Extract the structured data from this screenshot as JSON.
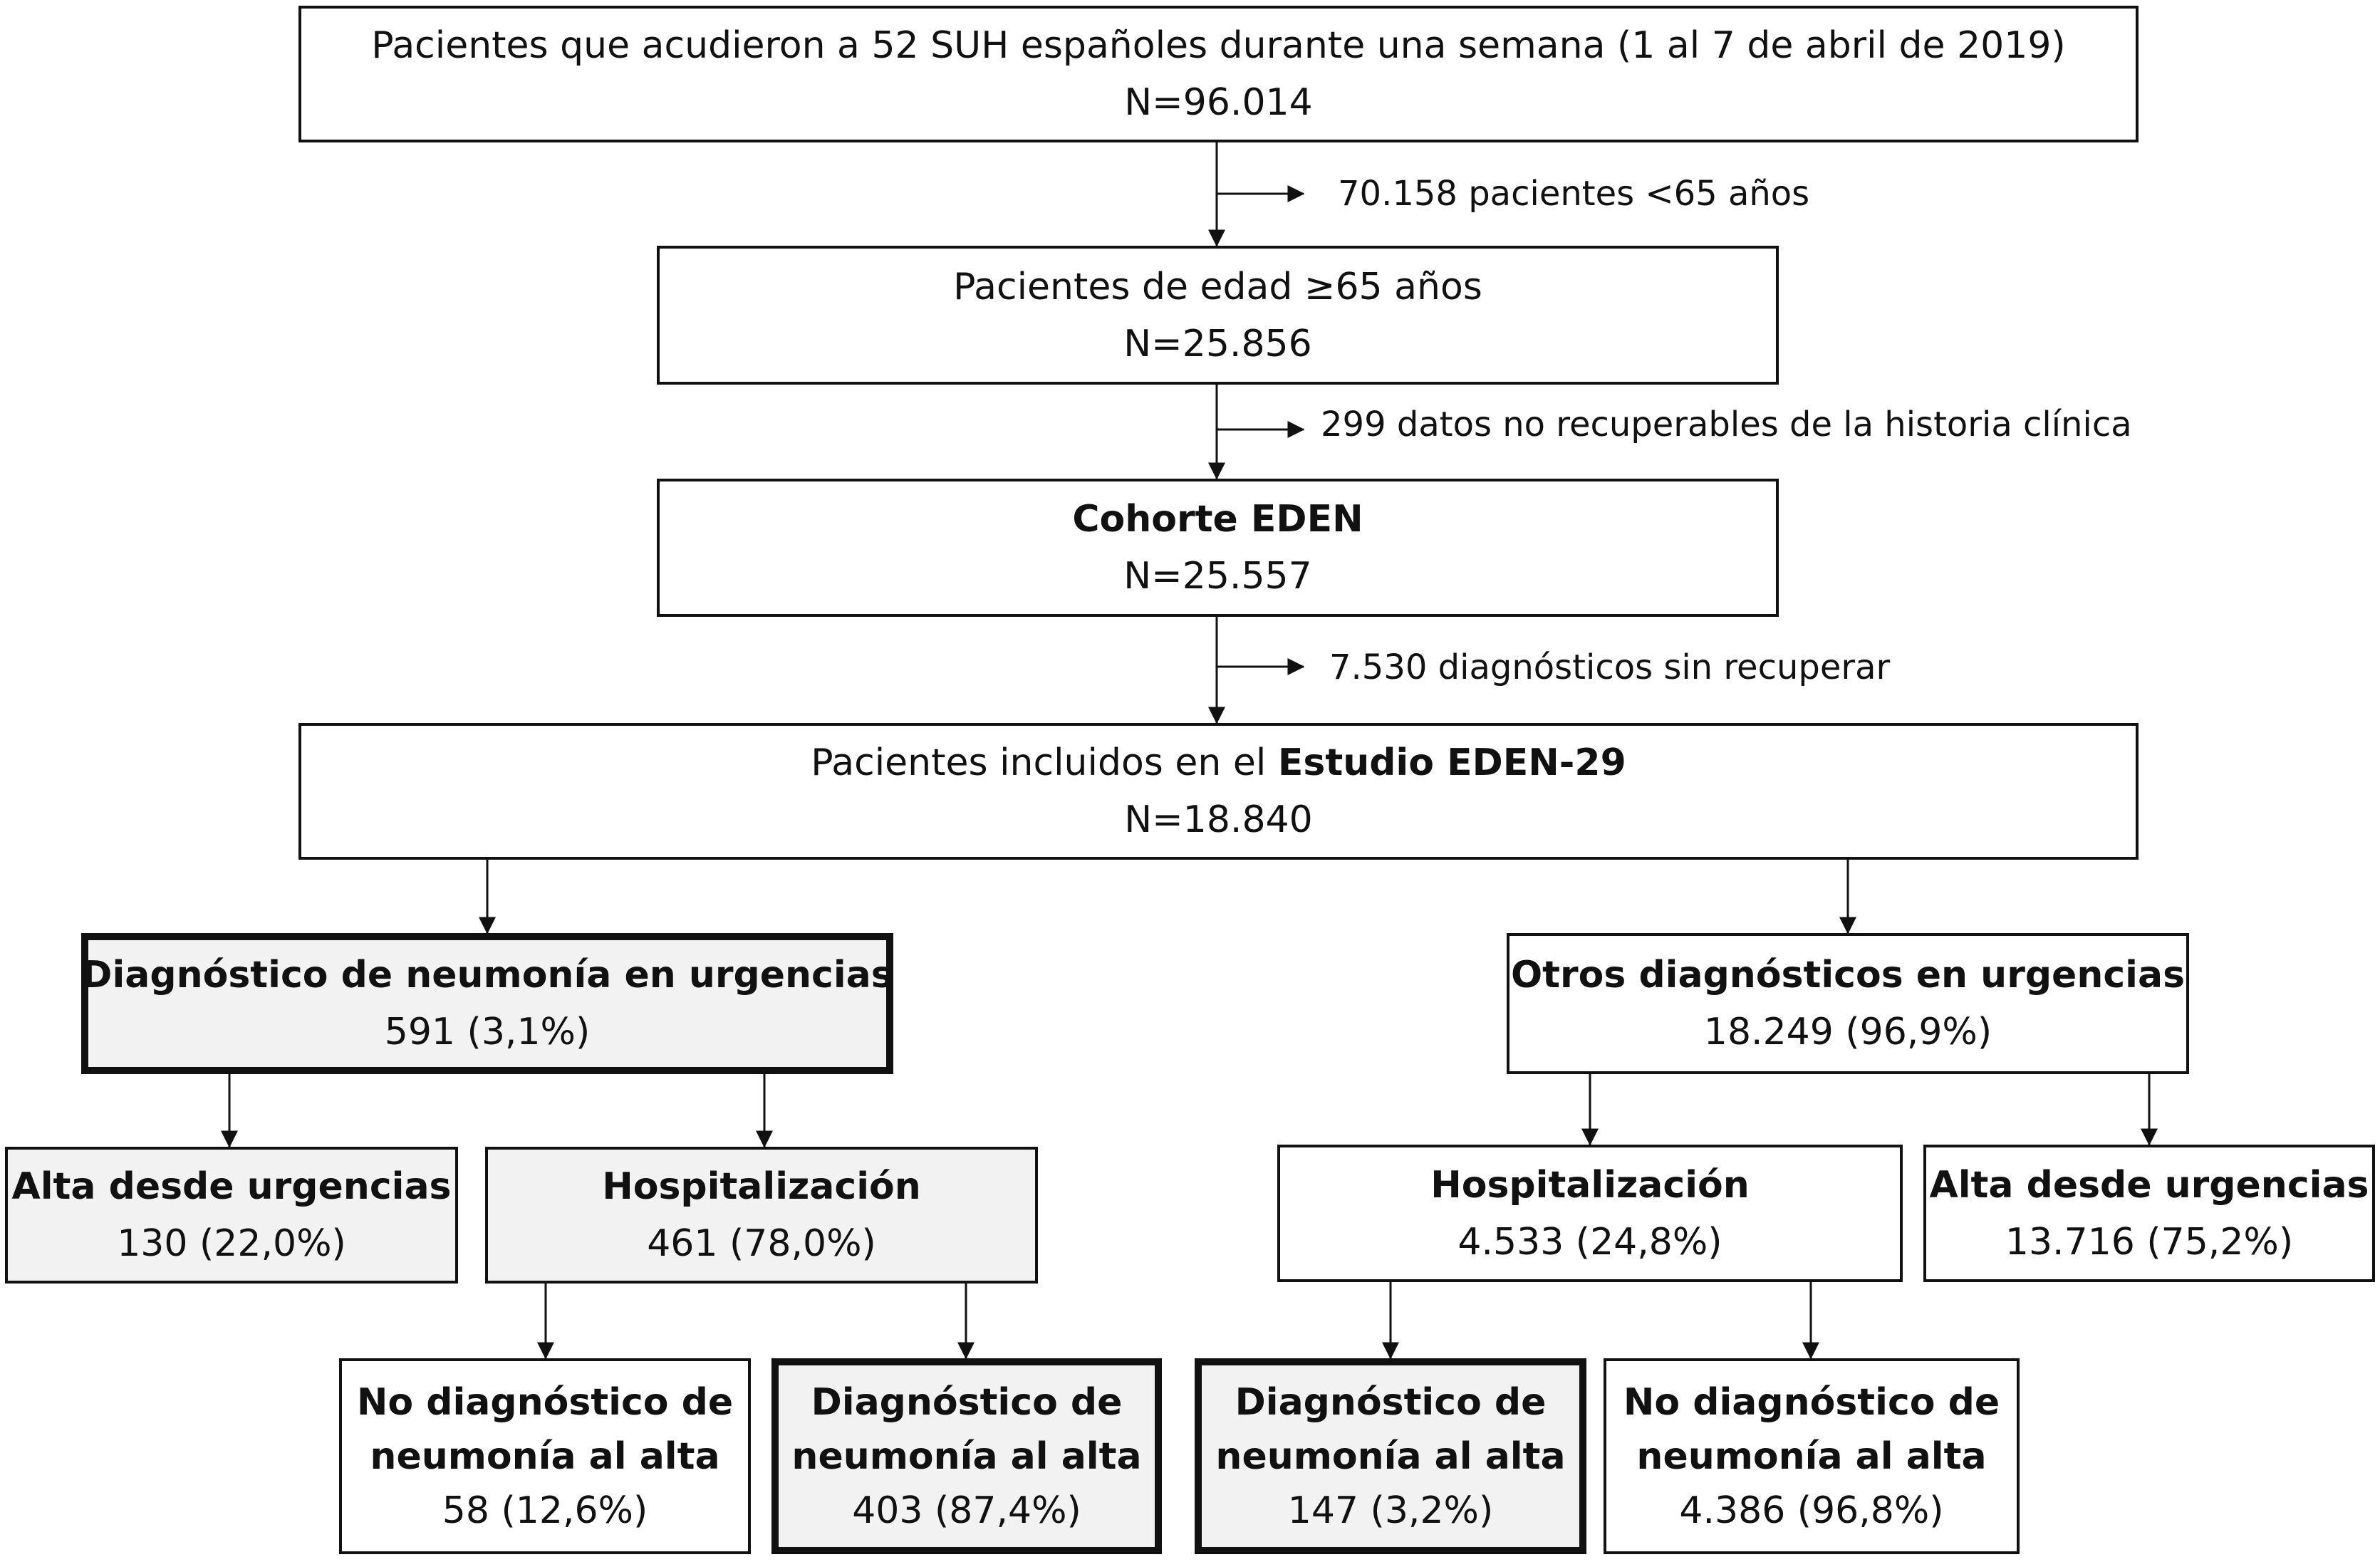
{
  "boxes": {
    "initial": {
      "line1": "Pacientes que acudieron a 52 SUH españoles durante una semana (1 al 7 de abril de 2019)",
      "n": "N=96.014"
    },
    "age65": {
      "line1": "Pacientes de edad ≥65 años",
      "n": "N=25.856"
    },
    "cohort": {
      "title": "Cohorte EDEN",
      "n": "N=25.557"
    },
    "included": {
      "text": "Pacientes incluidos en el ",
      "bold": "Estudio EDEN-29",
      "n": "N=18.840"
    },
    "pneumonia_ed": {
      "title": "Diagnóstico de neumonía en urgencias",
      "value": "591 (3,1%)"
    },
    "other_ed": {
      "title": "Otros diagnósticos en urgencias",
      "value": "18.249 (96,9%)"
    },
    "pn_discharge": {
      "title": "Alta desde urgencias",
      "value": "130 (22,0%)"
    },
    "pn_hosp": {
      "title": "Hospitalización",
      "value": "461 (78,0%)"
    },
    "ot_hosp": {
      "title": "Hospitalización",
      "value": "4.533 (24,8%)"
    },
    "ot_discharge": {
      "title": "Alta desde urgencias",
      "value": "13.716 (75,2%)"
    },
    "pn_no_dx": {
      "line1": "No diagnóstico de",
      "line2": "neumonía al alta",
      "value": "58 (12,6%)"
    },
    "pn_dx": {
      "line1": "Diagnóstico de",
      "line2": "neumonía al alta",
      "value": "403 (87,4%)"
    },
    "ot_dx": {
      "line1": "Diagnóstico de",
      "line2": "neumonía al alta",
      "value": "147 (3,2%)"
    },
    "ot_no_dx": {
      "line1": "No diagnóstico de",
      "line2": "neumonía al alta",
      "value": "4.386 (96,8%)"
    }
  },
  "exclusions": {
    "under65": "70.158 pacientes <65 años",
    "missing_records": "299 datos no recuperables de la historia clínica",
    "missing_dx": "7.530 diagnósticos sin recuperar"
  }
}
